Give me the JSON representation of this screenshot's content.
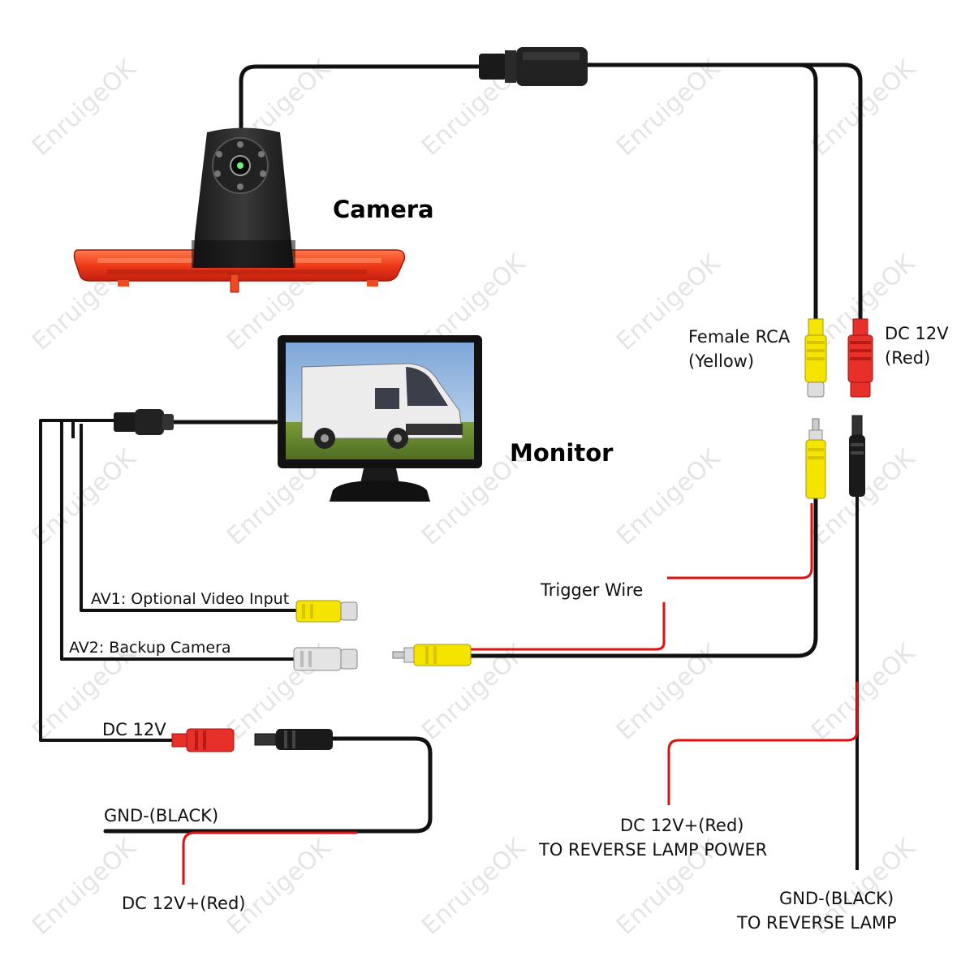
{
  "watermark": "EnruigeOK",
  "labels": {
    "camera": "Camera",
    "monitor": "Monitor",
    "female_rca_line1": "Female RCA",
    "female_rca_line2": "(Yellow)",
    "dc12v_top_line1": "DC 12V",
    "dc12v_top_line2": "(Red)",
    "trigger_wire": "Trigger Wire",
    "av1": "AV1: Optional Video Input",
    "av2": "AV2: Backup Camera",
    "dc12v_left": "DC 12V",
    "gnd_left": "GND-(BLACK)",
    "dc12v_red_left": "DC 12V+(Red)",
    "reverse_power_line1": "DC 12V+(Red)",
    "reverse_power_line2": "TO REVERSE LAMP POWER",
    "reverse_gnd_line1": "GND-(BLACK)",
    "reverse_gnd_line2": "TO REVERSE LAMP"
  },
  "colors": {
    "wire_black": "#111111",
    "wire_red": "#e01010",
    "rca_yellow": "#f5e400",
    "plug_red": "#e8302a",
    "brake_light_red": "#ef4a22",
    "rca_white": "#e4e4e4"
  }
}
